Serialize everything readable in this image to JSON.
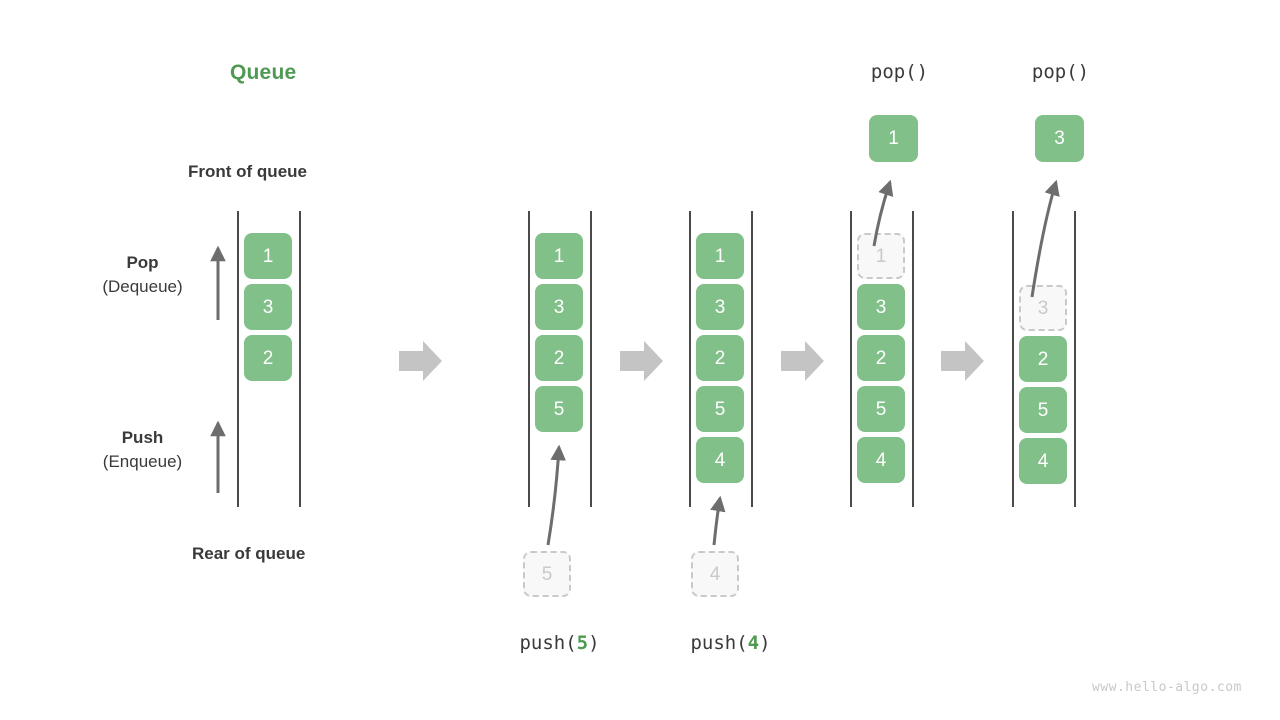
{
  "title": "Queue",
  "labels": {
    "front_of_queue": "Front of queue",
    "rear_of_queue": "Rear of queue",
    "pop_title": "Pop",
    "pop_sub": "(Dequeue)",
    "push_title": "Push",
    "push_sub": "(Enqueue)"
  },
  "colors": {
    "accent_green": "#4f9a53",
    "cell_green": "#82c08a",
    "ghost_gray": "#c9c9c9",
    "ghost_fill": "#f8f8f8",
    "rail_dark": "#4a4a4a",
    "transition_arrow": "#c4c4c4",
    "text_dark": "#3a3a3a",
    "watermark": "#c8c8c8"
  },
  "panels": [
    {
      "id": "initial",
      "caption": "",
      "op_label": "",
      "cells": [
        {
          "value": "1",
          "state": "filled"
        },
        {
          "value": "3",
          "state": "filled"
        },
        {
          "value": "2",
          "state": "filled"
        }
      ],
      "incoming": null,
      "popped": null
    },
    {
      "id": "after-push-5",
      "caption": "push(5)",
      "caption_fn": "push",
      "caption_arg": "5",
      "cells": [
        {
          "value": "1",
          "state": "filled"
        },
        {
          "value": "3",
          "state": "filled"
        },
        {
          "value": "2",
          "state": "filled"
        },
        {
          "value": "5",
          "state": "filled"
        }
      ],
      "incoming": {
        "value": "5",
        "state": "ghost"
      },
      "popped": null
    },
    {
      "id": "after-push-4",
      "caption": "push(4)",
      "caption_fn": "push",
      "caption_arg": "4",
      "cells": [
        {
          "value": "1",
          "state": "filled"
        },
        {
          "value": "3",
          "state": "filled"
        },
        {
          "value": "2",
          "state": "filled"
        },
        {
          "value": "5",
          "state": "filled"
        },
        {
          "value": "4",
          "state": "filled"
        }
      ],
      "incoming": {
        "value": "4",
        "state": "ghost"
      },
      "popped": null
    },
    {
      "id": "after-pop-1",
      "op_label": "pop()",
      "caption": "",
      "cells": [
        {
          "value": "1",
          "state": "ghost"
        },
        {
          "value": "3",
          "state": "filled"
        },
        {
          "value": "2",
          "state": "filled"
        },
        {
          "value": "5",
          "state": "filled"
        },
        {
          "value": "4",
          "state": "filled"
        }
      ],
      "incoming": null,
      "popped": {
        "value": "1",
        "state": "filled"
      }
    },
    {
      "id": "after-pop-3",
      "op_label": "pop()",
      "caption": "",
      "cells": [
        {
          "value": "3",
          "state": "ghost"
        },
        {
          "value": "2",
          "state": "filled"
        },
        {
          "value": "5",
          "state": "filled"
        },
        {
          "value": "4",
          "state": "filled"
        }
      ],
      "incoming": null,
      "popped": {
        "value": "3",
        "state": "filled"
      }
    }
  ],
  "watermark": "www.hello-algo.com"
}
